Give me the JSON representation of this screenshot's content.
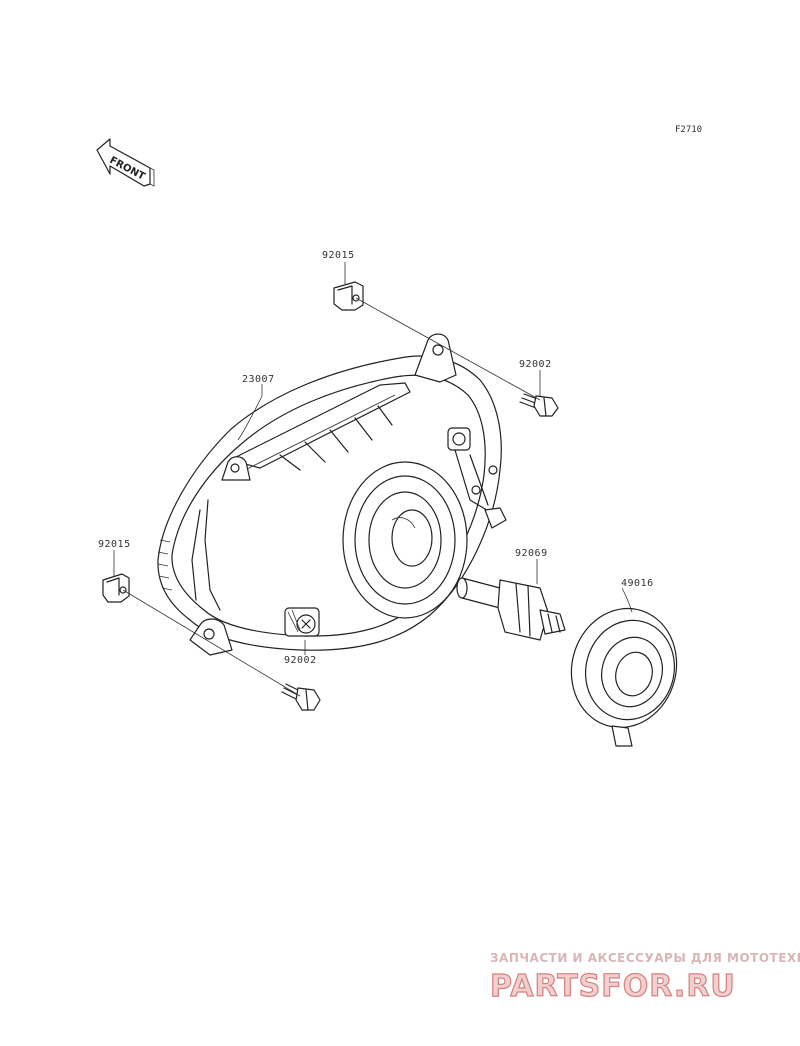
{
  "figure": {
    "code": "F2710"
  },
  "front_indicator": {
    "text": "FRONT"
  },
  "parts": [
    {
      "id": "part-92015-top",
      "number": "92015"
    },
    {
      "id": "part-92002-top",
      "number": "92002"
    },
    {
      "id": "part-23007",
      "number": "23007"
    },
    {
      "id": "part-92015-left",
      "number": "92015"
    },
    {
      "id": "part-92069",
      "number": "92069"
    },
    {
      "id": "part-49016",
      "number": "49016"
    },
    {
      "id": "part-92002-bottom",
      "number": "92002"
    }
  ],
  "watermark": {
    "line1": "ЗАПЧАСТИ И АКСЕССУАРЫ ДЛЯ МОТОТЕХНИКИ",
    "line2": "PARTSFOR.RU"
  },
  "colors": {
    "line": "#222222",
    "background": "#ffffff",
    "watermark": "#d97f7f"
  }
}
